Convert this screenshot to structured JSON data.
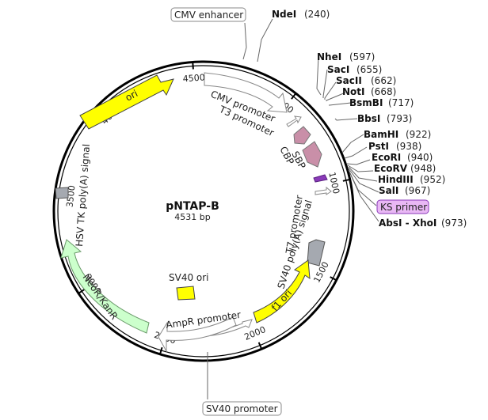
{
  "map": {
    "name": "pNTAP-B",
    "size_text": "4531 bp",
    "length": 4531
  },
  "ticks": [
    {
      "label": "500",
      "bp": 500
    },
    {
      "label": "1000",
      "bp": 1000
    },
    {
      "label": "1500",
      "bp": 1500
    },
    {
      "label": "2000",
      "bp": 2000
    },
    {
      "label": "2500",
      "bp": 2500
    },
    {
      "label": "3000",
      "bp": 3000
    },
    {
      "label": "3500",
      "bp": 3500
    },
    {
      "label": "4000",
      "bp": 4000
    },
    {
      "label": "4500",
      "bp": 4500
    }
  ],
  "features": {
    "cmv_promoter": "CMV promoter",
    "t3_promoter": "T3 promoter",
    "sbp": "SBP",
    "cbp": "CBP",
    "t7_promoter": "T7 promoter",
    "sv40_polya": "SV40 poly(A) signal",
    "f1_ori": "f1 ori",
    "ampr_promoter": "AmpR promoter",
    "neor": "NeoR/KanR",
    "sv40_ori": "SV40 ori",
    "hsv_tk": "HSV TK poly(A) signal",
    "ori": "ori"
  },
  "boxed_labels": {
    "cmv_enhancer": "CMV enhancer",
    "ks_primer": "KS primer",
    "sv40_promoter": "SV40 promoter"
  },
  "sites": [
    {
      "name": "NdeI",
      "pos": "(240)"
    },
    {
      "name": "NheI",
      "pos": "(597)"
    },
    {
      "name": "SacI",
      "pos": "(655)"
    },
    {
      "name": "SacII",
      "pos": "(662)"
    },
    {
      "name": "NotI",
      "pos": "(668)"
    },
    {
      "name": "BsmBI",
      "pos": "(717)"
    },
    {
      "name": "BbsI",
      "pos": "(793)"
    },
    {
      "name": "BamHI",
      "pos": "(922)"
    },
    {
      "name": "PstI",
      "pos": "(938)"
    },
    {
      "name": "EcoRI",
      "pos": "(940)"
    },
    {
      "name": "EcoRV",
      "pos": "(948)"
    },
    {
      "name": "HindIII",
      "pos": "(952)"
    },
    {
      "name": "SalI",
      "pos": "(967)"
    },
    {
      "name": "AbsI - XhoI",
      "pos": "(973)"
    }
  ],
  "colors": {
    "yellow": "#ffff00",
    "pink": "#c98fa8",
    "purple": "#8a3ab9",
    "green": "#ccffcc",
    "gray": "#a5a9b0",
    "ks_fill": "#e9b8f5",
    "ks_stroke": "#8a3ab9"
  }
}
